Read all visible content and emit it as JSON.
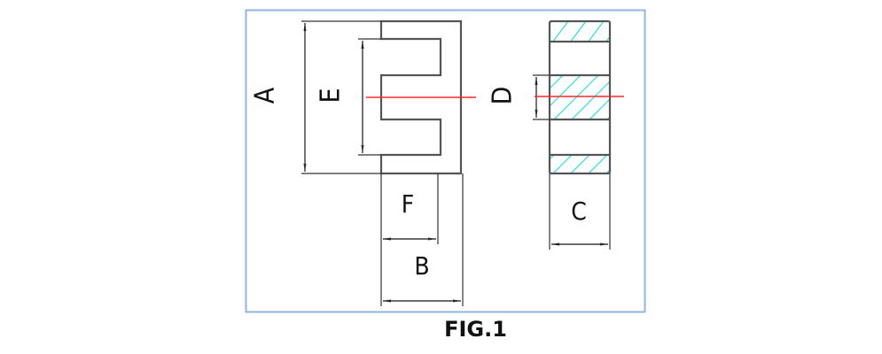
{
  "figure": {
    "caption": "FIG.1",
    "frame_color": "#8fb4e3",
    "line_color": "#444444",
    "centerline_color": "#ff2a2a",
    "hatch_color": "#33e0e8",
    "views": [
      {
        "name": "front-view",
        "shape": "E-core"
      },
      {
        "name": "side-view",
        "shape": "sectioned core with hatched bands"
      }
    ],
    "dimensions": {
      "A": "A",
      "E": "E",
      "D": "D",
      "F": "F",
      "B": "B",
      "C": "C"
    }
  }
}
